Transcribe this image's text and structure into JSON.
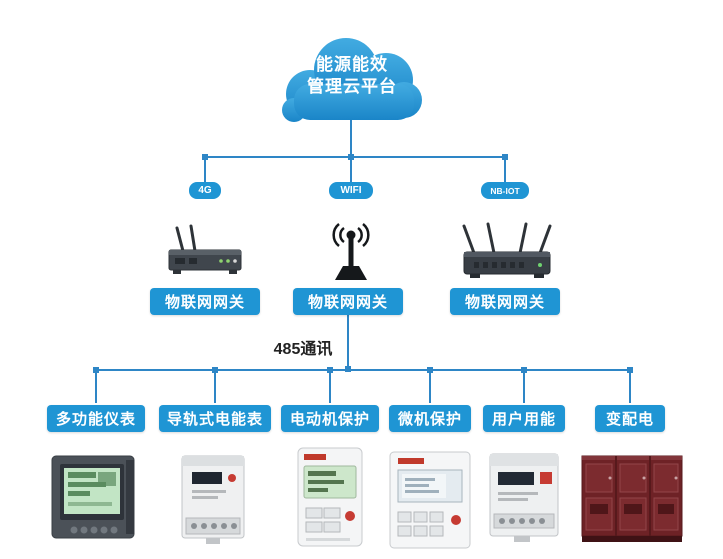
{
  "cloud": {
    "title_line1": "能源能效",
    "title_line2": "管理云平台"
  },
  "bus_label": "485通讯",
  "gateways": [
    {
      "badge": "4G",
      "label": "物联网网关",
      "device_icon": "router-4g-icon"
    },
    {
      "badge": "WIFI",
      "label": "物联网网关",
      "device_icon": "wifi-antenna-icon"
    },
    {
      "badge": "NB-IOT",
      "label": "物联网网关",
      "device_icon": "router-nbiot-icon"
    }
  ],
  "devices": [
    {
      "label": "多功能仪表",
      "device_icon": "multifunction-meter-icon"
    },
    {
      "label": "导轨式电能表",
      "device_icon": "din-rail-meter-icon"
    },
    {
      "label": "电动机保护",
      "device_icon": "motor-protection-icon"
    },
    {
      "label": "微机保护",
      "device_icon": "microcomputer-protection-icon"
    },
    {
      "label": "用户用能",
      "device_icon": "user-energy-meter-icon"
    },
    {
      "label": "变配电",
      "device_icon": "power-cabinet-icon"
    }
  ],
  "colors": {
    "accent_blue": "#1f95d4",
    "line_blue": "#2e86c6",
    "cloud_blue_top": "#42abe1",
    "cloud_blue_bottom": "#1a85c8",
    "cabinet_red": "#6e2226",
    "device_dark": "#40464d",
    "screen_green": "#c2e5c5",
    "text_dark": "#222222"
  }
}
